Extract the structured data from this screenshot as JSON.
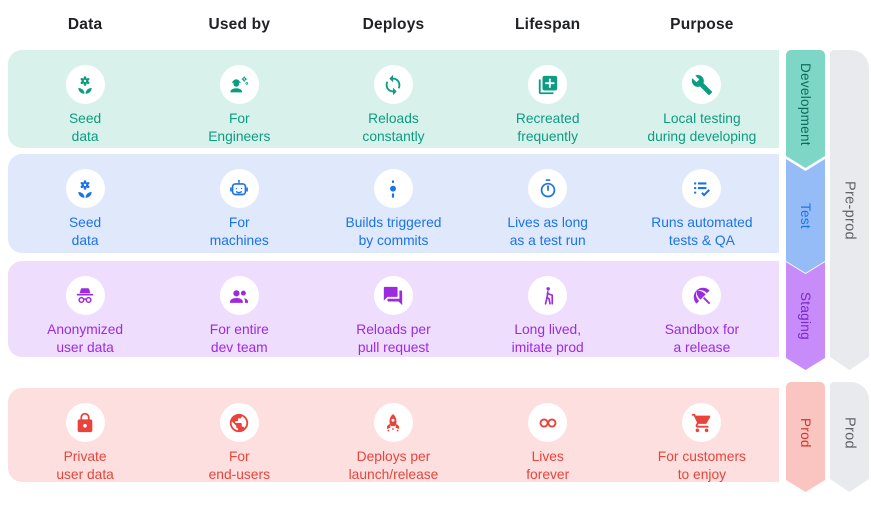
{
  "header": {
    "columns": [
      {
        "key": "data",
        "label": "Data"
      },
      {
        "key": "used-by",
        "label": "Used by"
      },
      {
        "key": "deploys",
        "label": "Deploys"
      },
      {
        "key": "lifespan",
        "label": "Lifespan"
      },
      {
        "key": "purpose",
        "label": "Purpose"
      }
    ]
  },
  "rows": [
    {
      "name": "Development",
      "bg_color": "#d8f2eb",
      "accent_color": "#0b9c82",
      "cells": [
        {
          "icon": "seed-icon",
          "label": "Seed\ndata"
        },
        {
          "icon": "engineer-icon",
          "label": "For\nEngineers"
        },
        {
          "icon": "sync-icon",
          "label": "Reloads\nconstantly"
        },
        {
          "icon": "library-add-icon",
          "label": "Recreated\nfrequently"
        },
        {
          "icon": "wrench-icon",
          "label": "Local testing\nduring developing"
        }
      ]
    },
    {
      "name": "Test",
      "bg_color": "#dfe9fb",
      "accent_color": "#1a73e8",
      "cells": [
        {
          "icon": "seed-icon",
          "label": "Seed\ndata"
        },
        {
          "icon": "robot-icon",
          "label": "For\nmachines"
        },
        {
          "icon": "commit-icon",
          "label": "Builds triggered\nby commits"
        },
        {
          "icon": "timer-icon",
          "label": "Lives as long\nas a test run"
        },
        {
          "icon": "checklist-icon",
          "label": "Runs automated\ntests & QA"
        }
      ]
    },
    {
      "name": "Staging",
      "bg_color": "#eeddfc",
      "accent_color": "#9c2be0",
      "cells": [
        {
          "icon": "incognito-icon",
          "label": "Anonymized\nuser data"
        },
        {
          "icon": "group-icon",
          "label": "For entire\ndev team"
        },
        {
          "icon": "forum-icon",
          "label": "Reloads per\npull request"
        },
        {
          "icon": "elderly-icon",
          "label": "Long lived,\nimitate prod"
        },
        {
          "icon": "umbrella-icon",
          "label": "Sandbox for\na release"
        }
      ]
    },
    {
      "name": "Prod",
      "bg_color": "#fcdfde",
      "accent_color": "#e8443b",
      "cells": [
        {
          "icon": "lock-icon",
          "label": "Private\nuser data"
        },
        {
          "icon": "globe-icon",
          "label": "For\nend-users"
        },
        {
          "icon": "rocket-icon",
          "label": "Deploys per\nlaunch/release"
        },
        {
          "icon": "infinity-icon",
          "label": "Lives\nforever"
        },
        {
          "icon": "cart-icon",
          "label": "For customers\nto enjoy"
        }
      ]
    }
  ],
  "stage_ribbons": [
    {
      "label": "Development",
      "bg_color": "#7ed7c6",
      "text_color": "#0d6b5c"
    },
    {
      "label": "Test",
      "bg_color": "#96bcf8",
      "text_color": "#1a73e8"
    },
    {
      "label": "Staging",
      "bg_color": "#c88cfa",
      "text_color": "#7b27c9"
    },
    {
      "label": "Prod",
      "bg_color": "#fac4c1",
      "text_color": "#d93025"
    }
  ],
  "group_ribbons": [
    {
      "label": "Pre-prod",
      "bg_color": "#e8eaed",
      "text_color": "#5f6368"
    },
    {
      "label": "Prod",
      "bg_color": "#e8eaed",
      "text_color": "#5f6368"
    }
  ]
}
